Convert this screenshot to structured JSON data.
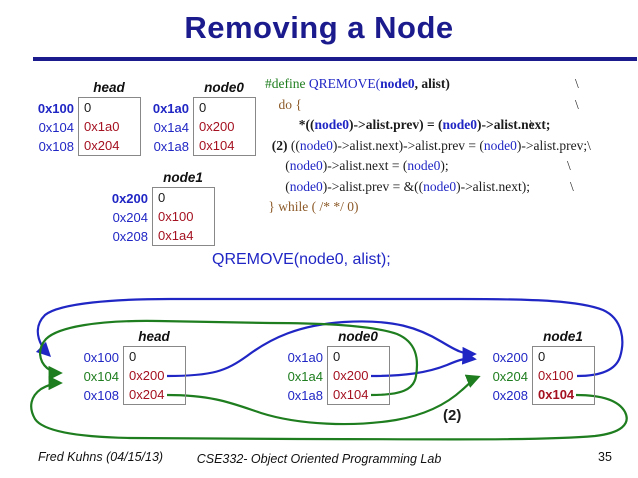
{
  "palette": {
    "navy": "#1b1b8e",
    "blue": "#2026c4",
    "green": "#1e7d1e",
    "dark_red": "#a41120",
    "brown": "#8c5a28",
    "black": "#1c1c1c"
  },
  "title": "Removing a Node",
  "top_tables": [
    {
      "label": "head",
      "rows": [
        {
          "addr": "0x100",
          "addr_color": "blue",
          "addr_bold": true,
          "value": "0",
          "value_color": "black",
          "value_bold": false
        },
        {
          "addr": "0x104",
          "addr_color": "blue",
          "addr_bold": false,
          "value": "0x1a0",
          "value_color": "red",
          "value_bold": false
        },
        {
          "addr": "0x108",
          "addr_color": "blue",
          "addr_bold": false,
          "value": "0x204",
          "value_color": "red",
          "value_bold": false
        }
      ]
    },
    {
      "label": "node0",
      "rows": [
        {
          "addr": "0x1a0",
          "addr_color": "blue",
          "addr_bold": true,
          "value": "0",
          "value_color": "black",
          "value_bold": false
        },
        {
          "addr": "0x1a4",
          "addr_color": "blue",
          "addr_bold": false,
          "value": "0x200",
          "value_color": "red",
          "value_bold": false
        },
        {
          "addr": "0x1a8",
          "addr_color": "blue",
          "addr_bold": false,
          "value": "0x104",
          "value_color": "red",
          "value_bold": false
        }
      ]
    },
    {
      "label": "node1",
      "rows": [
        {
          "addr": "0x200",
          "addr_color": "blue",
          "addr_bold": true,
          "value": "0",
          "value_color": "black",
          "value_bold": false
        },
        {
          "addr": "0x204",
          "addr_color": "blue",
          "addr_bold": false,
          "value": "0x100",
          "value_color": "red",
          "value_bold": false
        },
        {
          "addr": "0x208",
          "addr_color": "blue",
          "addr_bold": false,
          "value": "0x1a4",
          "value_color": "red",
          "value_bold": false
        }
      ]
    }
  ],
  "code": {
    "lines": [
      {
        "bs": 310,
        "segments": [
          {
            "t": "#define ",
            "c": "green"
          },
          {
            "t": "QREMOVE(",
            "c": "blue"
          },
          {
            "t": "node0",
            "c": "blue",
            "b": true
          },
          {
            "t": ", alist)",
            "c": "black",
            "b": true
          }
        ]
      },
      {
        "bs": 310,
        "segments": [
          {
            "t": "    do {",
            "c": "brown"
          }
        ]
      },
      {
        "bs": 265,
        "segments": [
          {
            "t": "          *((",
            "c": "black",
            "b": true
          },
          {
            "t": "node0",
            "c": "blue",
            "b": true
          },
          {
            "t": ")->alist.prev) = (",
            "c": "black",
            "b": true
          },
          {
            "t": "node0",
            "c": "blue",
            "b": true
          },
          {
            "t": ")->alist.next;",
            "c": "black",
            "b": true
          }
        ]
      },
      {
        "bs": null,
        "segments": [
          {
            "t": "  (2) ",
            "c": "black",
            "b": true
          },
          {
            "t": "((",
            "c": "black"
          },
          {
            "t": "node0",
            "c": "blue"
          },
          {
            "t": ")->alist.next)->alist.prev = (",
            "c": "black"
          },
          {
            "t": "node0",
            "c": "blue"
          },
          {
            "t": ")->alist.prev;\\",
            "c": "black"
          }
        ]
      },
      {
        "bs": 302,
        "segments": [
          {
            "t": "      (",
            "c": "black"
          },
          {
            "t": "node0",
            "c": "blue"
          },
          {
            "t": ")->alist.next = (",
            "c": "black"
          },
          {
            "t": "node0",
            "c": "blue"
          },
          {
            "t": ");",
            "c": "black"
          }
        ]
      },
      {
        "bs": 305,
        "segments": [
          {
            "t": "      (",
            "c": "black"
          },
          {
            "t": "node0",
            "c": "blue"
          },
          {
            "t": ")->alist.prev = &((",
            "c": "black"
          },
          {
            "t": "node0",
            "c": "blue"
          },
          {
            "t": ")->alist.next);",
            "c": "black"
          }
        ]
      },
      {
        "bs": null,
        "segments": [
          {
            "t": " } while ( /* */ 0)",
            "c": "brown"
          }
        ]
      }
    ]
  },
  "call_statement": "QREMOVE(node0, alist);",
  "diagram": {
    "step_label": "(2)",
    "tables": [
      {
        "label": "head",
        "rows": [
          {
            "addr": "0x100",
            "addr_color": "blue",
            "addr_bold": false,
            "value": "0",
            "value_color": "black",
            "value_bold": false
          },
          {
            "addr": "0x104",
            "addr_color": "green",
            "addr_bold": false,
            "value": "0x200",
            "value_color": "red",
            "value_bold": false
          },
          {
            "addr": "0x108",
            "addr_color": "blue",
            "addr_bold": false,
            "value": "0x204",
            "value_color": "red",
            "value_bold": false
          }
        ]
      },
      {
        "label": "node0",
        "rows": [
          {
            "addr": "0x1a0",
            "addr_color": "blue",
            "addr_bold": false,
            "value": "0",
            "value_color": "black",
            "value_bold": false
          },
          {
            "addr": "0x1a4",
            "addr_color": "green",
            "addr_bold": false,
            "value": "0x200",
            "value_color": "red",
            "value_bold": false
          },
          {
            "addr": "0x1a8",
            "addr_color": "blue",
            "addr_bold": false,
            "value": "0x104",
            "value_color": "red",
            "value_bold": false
          }
        ]
      },
      {
        "label": "node1",
        "rows": [
          {
            "addr": "0x200",
            "addr_color": "blue",
            "addr_bold": false,
            "value": "0",
            "value_color": "black",
            "value_bold": false
          },
          {
            "addr": "0x204",
            "addr_color": "green",
            "addr_bold": false,
            "value": "0x100",
            "value_color": "red",
            "value_bold": false
          },
          {
            "addr": "0x208",
            "addr_color": "blue",
            "addr_bold": false,
            "value": "0x104",
            "value_color": "red",
            "value_bold": true
          }
        ]
      }
    ]
  },
  "footer": {
    "author": "Fred Kuhns (04/15/13)",
    "course": "CSE332- Object Oriented Programming Lab",
    "page_number": "35"
  }
}
